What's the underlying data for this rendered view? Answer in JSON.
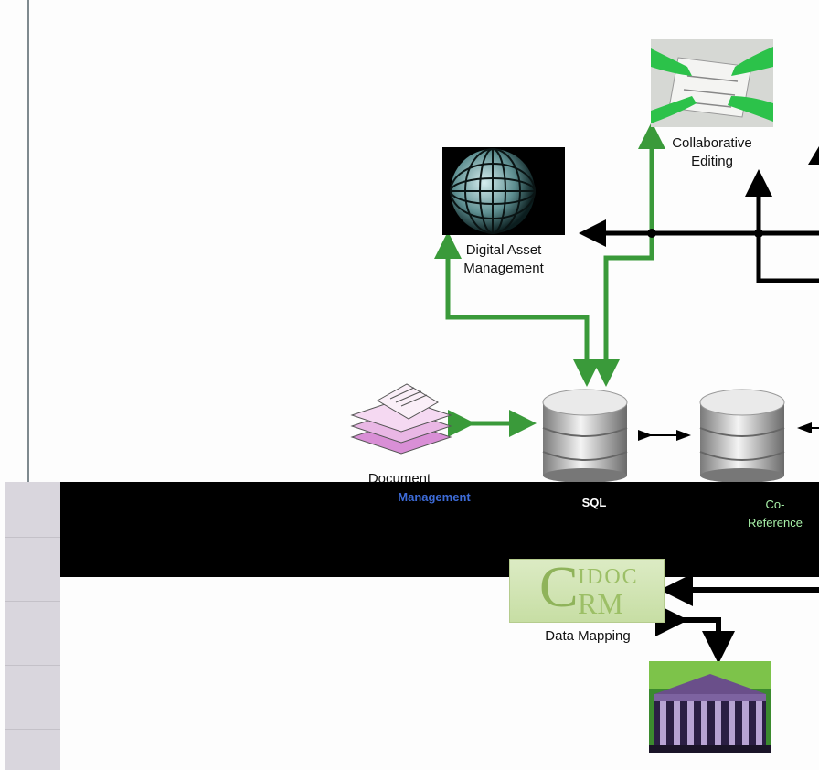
{
  "nodes": {
    "collaborative": "Collaborative\nEditing",
    "dam": "Digital Asset\nManagement",
    "document": "Document",
    "document_band": "Management",
    "sql": "SQL",
    "coref": "Co-\nReference",
    "data_mapping": "Data Mapping"
  },
  "logo": {
    "top": "IDOC",
    "big_c": "C",
    "bottom": "RM"
  },
  "colors": {
    "green": "#3a9a3a",
    "black": "#000000",
    "band": "#000000",
    "strip": "#d9d6dd"
  }
}
